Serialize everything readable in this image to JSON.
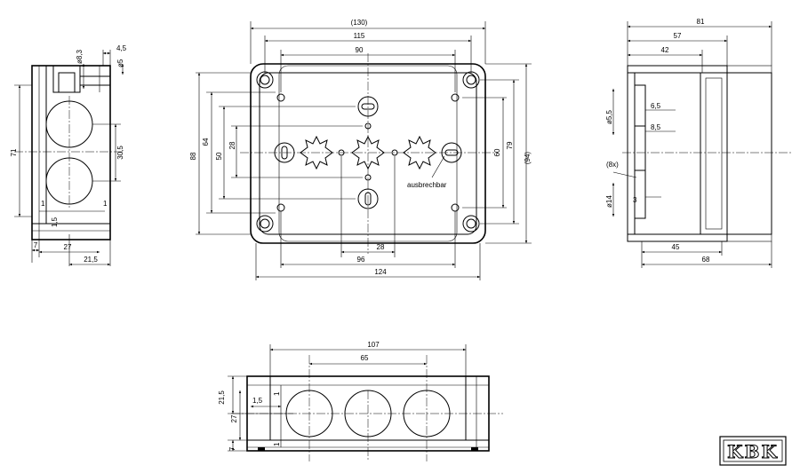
{
  "dimensions": {
    "left_view": {
      "d_4_5": "4,5",
      "d_8_3": "ø8,3",
      "d_5": "ø5",
      "d_71": "71",
      "d_30_5": "30,5",
      "d_1_a": "1",
      "d_1_b": "1",
      "d_1_5": "1,5",
      "d_7": "7",
      "d_27": "27",
      "d_21_5": "21,5"
    },
    "front_view": {
      "d_130": "(130)",
      "d_115": "115",
      "d_90": "90",
      "d_88": "88",
      "d_64": "64",
      "d_50": "50",
      "d_28_v": "28",
      "d_60": "60",
      "d_79": "79",
      "d_94": "(94)",
      "d_28_h": "28",
      "d_96": "96",
      "d_124": "124",
      "note": "ausbrechbar"
    },
    "right_view": {
      "d_81": "81",
      "d_57": "57",
      "d_42": "42",
      "d_5_5": "ø5,5",
      "d_6_5": "6,5",
      "d_8_5": "8,5",
      "d_8x": "(8x)",
      "d_14": "ø14",
      "d_3": "3",
      "d_45": "45",
      "d_68": "68"
    },
    "bottom_view": {
      "d_107": "107",
      "d_65": "65",
      "d_21_5": "21,5",
      "d_1_5": "1,5",
      "d_1_a": "1",
      "d_1_b": "1",
      "d_27": "27",
      "d_7": "7"
    }
  },
  "logo": "KBK"
}
